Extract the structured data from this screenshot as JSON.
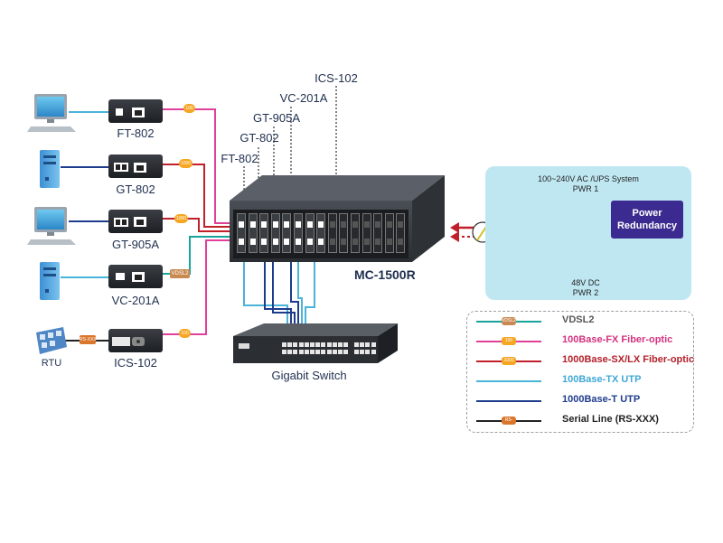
{
  "devices": {
    "ft802": "FT-802",
    "gt802": "GT-802",
    "gt905a": "GT-905A",
    "vc201a": "VC-201A",
    "ics102": "ICS-102",
    "rtu": "RTU"
  },
  "chassis_labels": {
    "ft802": "FT-802",
    "gt802": "GT-802",
    "gt905a": "GT-905A",
    "vc201a": "VC-201A",
    "ics102": "ICS-102"
  },
  "chassis_name": "MC-1500R",
  "switch_label": "Gigabit Switch",
  "power": {
    "ac_label": "100~240V AC /UPS System",
    "pwr1": "PWR 1",
    "dc_label": "48V DC",
    "pwr2": "PWR 2",
    "redundancy_line1": "Power",
    "redundancy_line2": "Redundancy"
  },
  "tags": {
    "fx": "100",
    "sx": "1000",
    "vdsl": "VDSL2",
    "serial": "RS-XXX"
  },
  "legend": [
    {
      "label": "VDSL2",
      "color": "#1aa39a",
      "text_color": "#555555"
    },
    {
      "label": "100Base-FX Fiber-optic",
      "color": "#e0409a",
      "text_color": "#d4327f"
    },
    {
      "label": "1000Base-SX/LX Fiber-optic",
      "color": "#c0202a",
      "text_color": "#b3202a"
    },
    {
      "label": "100Base-TX UTP",
      "color": "#4ab3d9",
      "text_color": "#3ea8d6"
    },
    {
      "label": "1000Base-T UTP",
      "color": "#1f3c8c",
      "text_color": "#1f3c8c"
    },
    {
      "label": "Serial Line (RS-XXX)",
      "color": "#222222",
      "text_color": "#222222"
    }
  ]
}
